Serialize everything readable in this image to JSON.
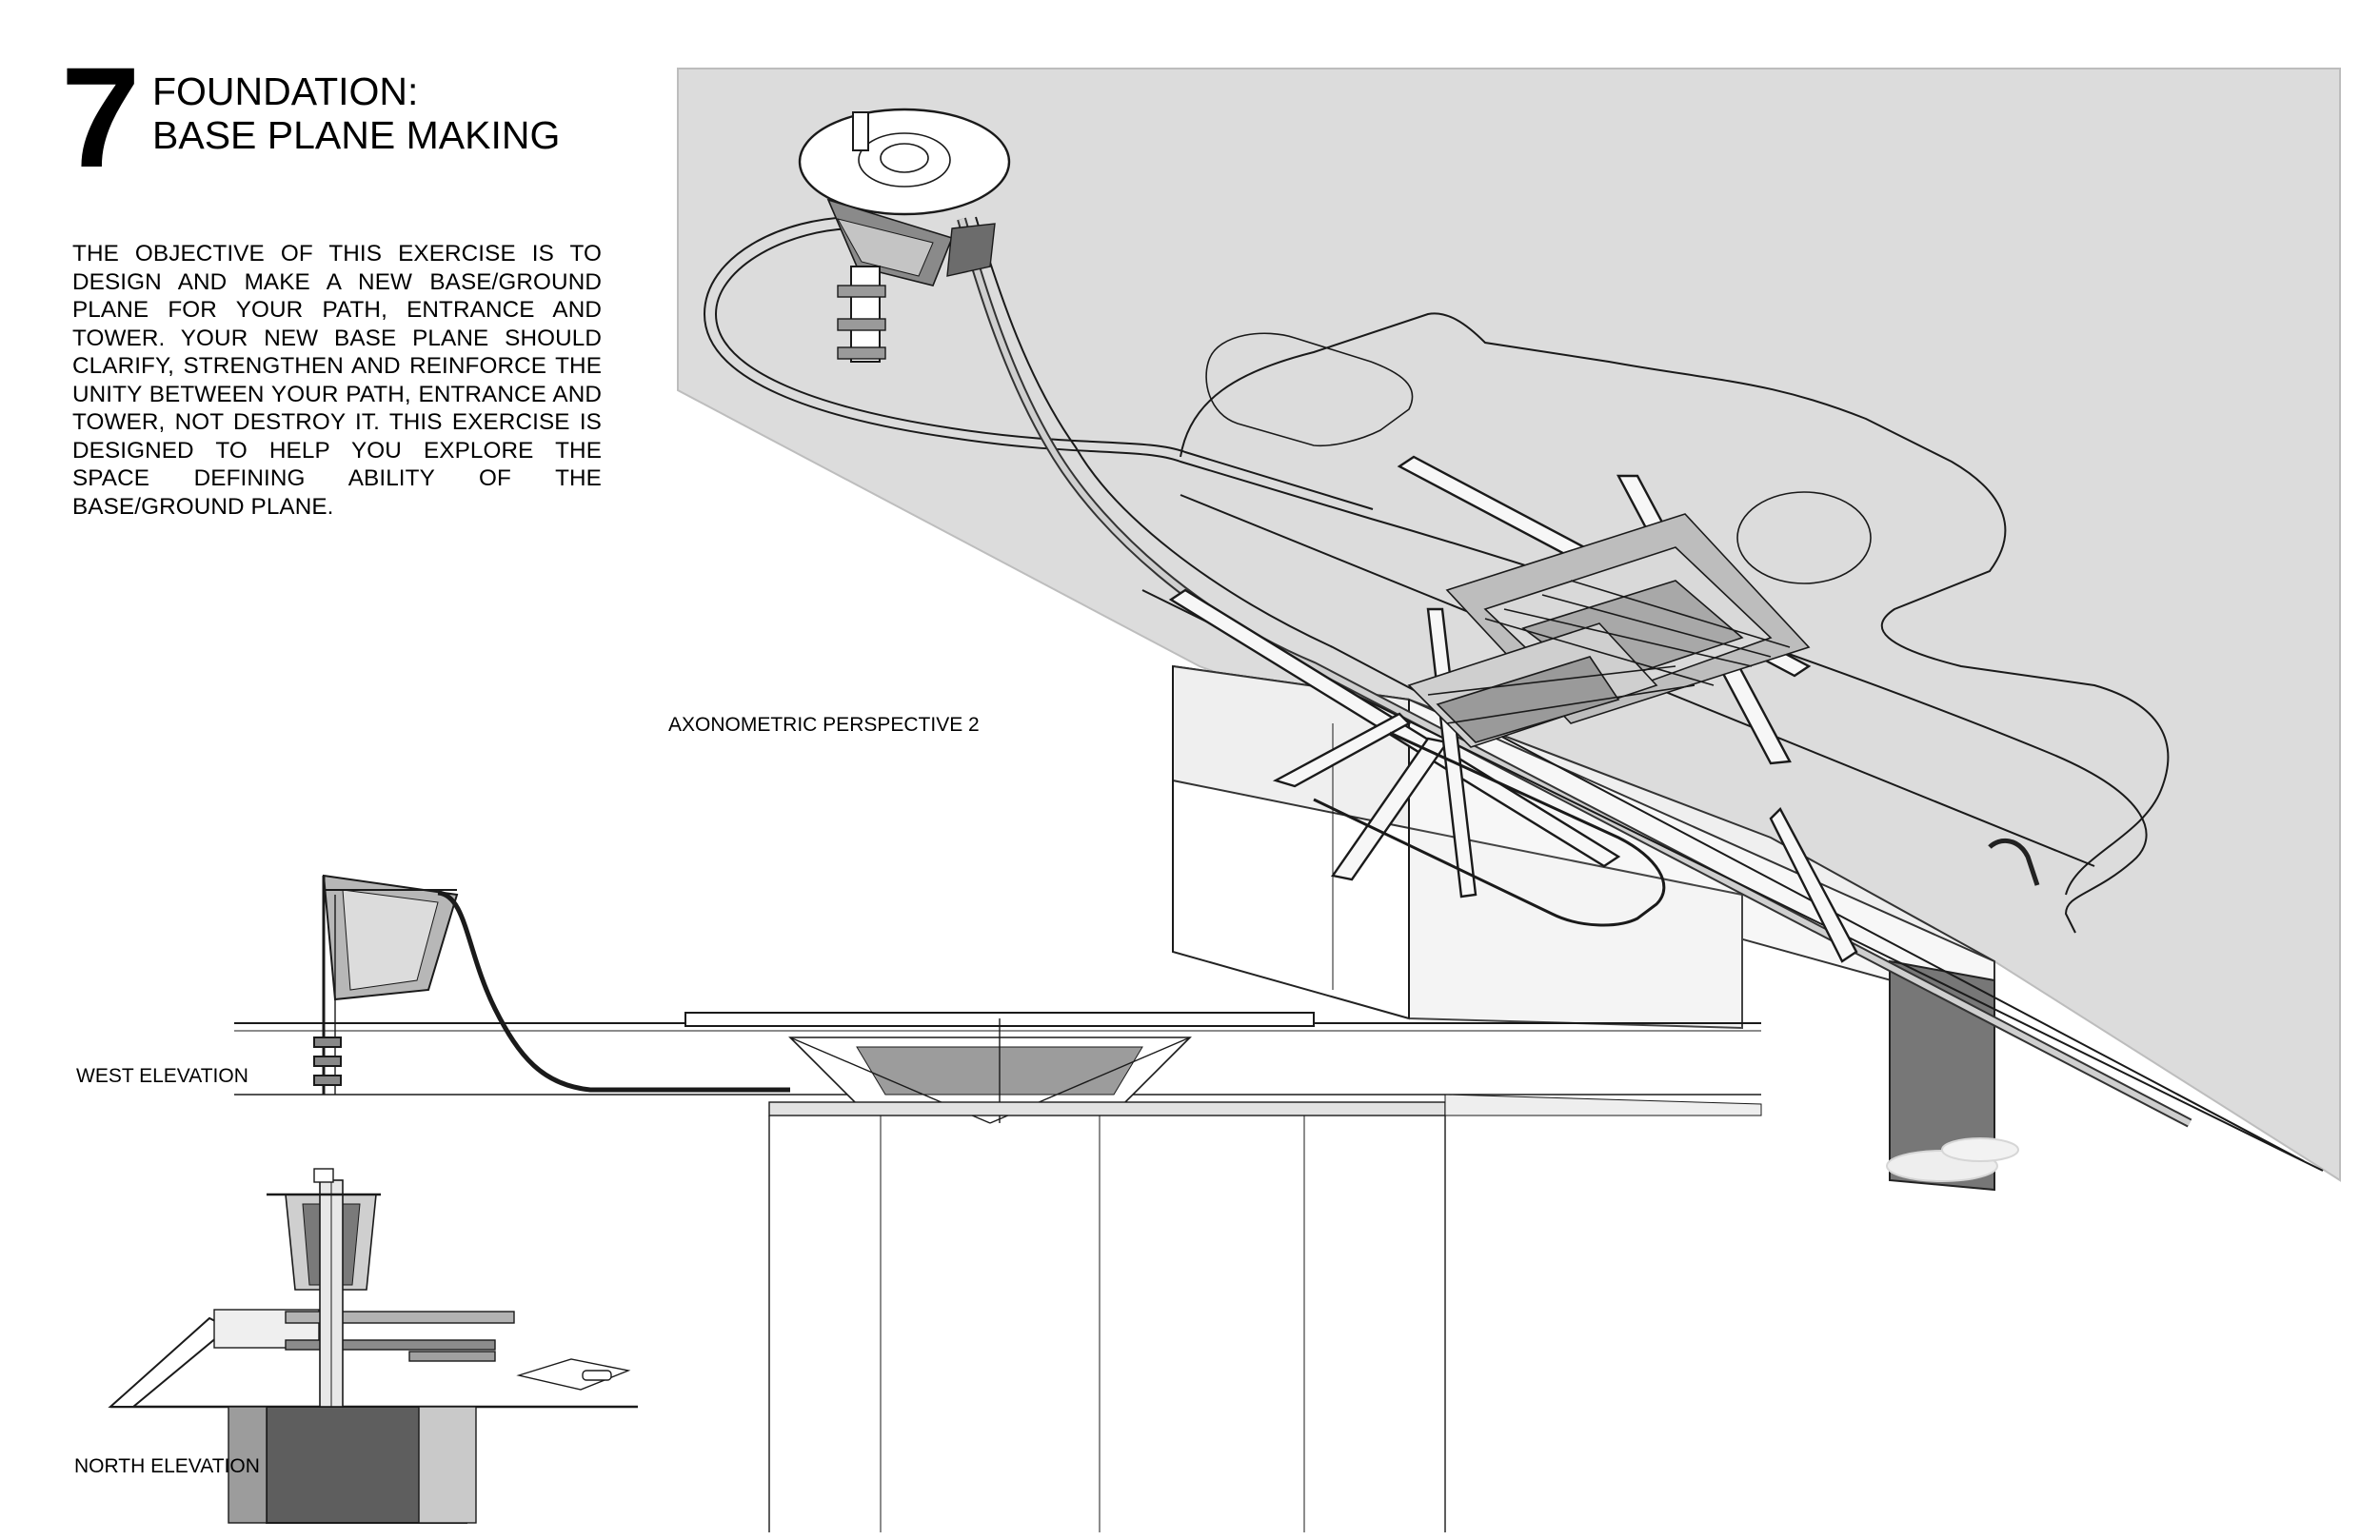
{
  "sheet": {
    "number": "7",
    "title_line_1": "FOUNDATION:",
    "title_line_2": "BASE PLANE MAKING",
    "objective": "THE OBJECTIVE OF THIS EXERCISE IS TO DESIGN AND MAKE A NEW BASE/GROUND PLANE FOR YOUR PATH, ENTRANCE AND TOWER.  YOUR NEW BASE PLANE SHOULD CLARIFY, STRENGTHEN AND REINFORCE THE UNITY BETWEEN YOUR PATH, ENTRANCE AND TOWER, NOT DESTROY IT. THIS EXERCISE IS DESIGNED TO HELP YOU EXPLORE THE SPACE DEFINING ABILITY OF THE BASE/GROUND PLANE."
  },
  "views": {
    "axonometric": "AXONOMETRIC PERSPECTIVE 2",
    "west": "WEST ELEVATION",
    "north": "NORTH ELEVATION"
  },
  "colors": {
    "ground_plane": "#dcdcdc",
    "line": "#1a1a1a",
    "solid_dark": "#5a5a5a",
    "solid_mid": "#9c9c9c",
    "solid_light": "#c8c8c8"
  }
}
